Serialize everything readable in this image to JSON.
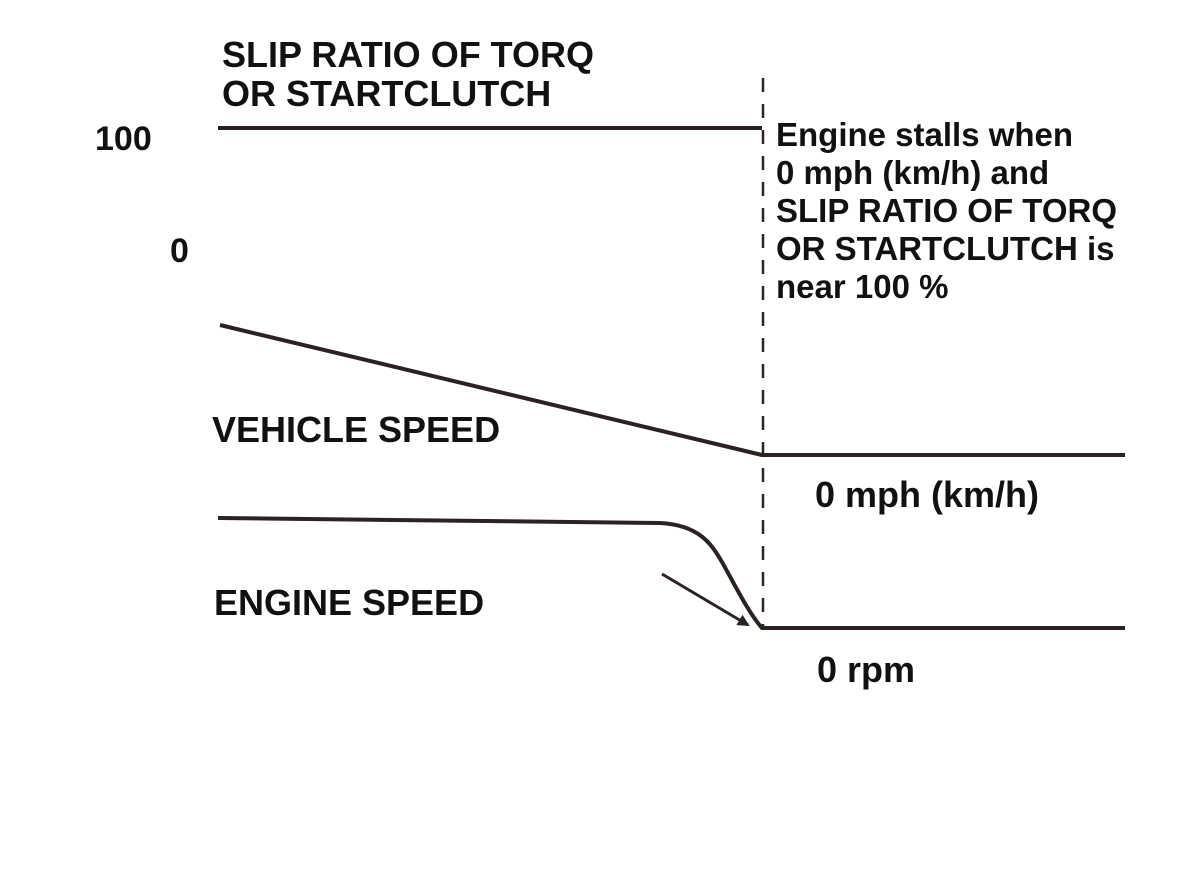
{
  "colors": {
    "ink": "#2b2222",
    "text": "#111111",
    "background": "#ffffff"
  },
  "slip": {
    "title_line1": "SLIP RATIO OF TORQ",
    "title_line2": "OR STARTCLUTCH",
    "tick_high": "100",
    "tick_low": "0"
  },
  "note": {
    "line1": "Engine stalls when",
    "line2": "0 mph (km/h) and",
    "line3": "SLIP RATIO OF TORQ",
    "line4": "OR STARTCLUTCH is",
    "line5": "near 100 %"
  },
  "vehicle": {
    "label": "VEHICLE SPEED",
    "end_value": "0 mph (km/h)"
  },
  "engine": {
    "label": "ENGINE SPEED",
    "end_value": "0 rpm"
  }
}
